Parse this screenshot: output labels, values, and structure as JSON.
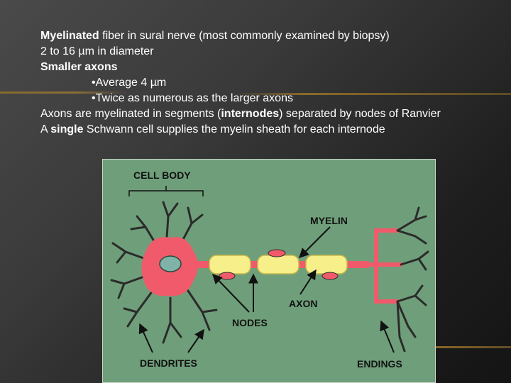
{
  "slide": {
    "lines": [
      {
        "bold": "Myelinated",
        "rest": " fiber in sural nerve (most commonly examined by biopsy)"
      },
      {
        "text": "2 to 16 µm in diameter"
      },
      {
        "bold": "Smaller axons"
      },
      {
        "bullet": "•Average 4 µm"
      },
      {
        "bullet": "•Twice as numerous as the larger axons"
      },
      {
        "pre": "Axons are myelinated in segments (",
        "bold": "internodes",
        "rest": ") separated by nodes of Ranvier"
      },
      {
        "pre": "A ",
        "bold": "single",
        "rest": " Schwann cell supplies the myelin sheath for each internode"
      }
    ]
  },
  "figure": {
    "labels": {
      "cell_body": "CELL BODY",
      "myelin": "MYELIN",
      "axon": "AXON",
      "nodes": "NODES",
      "dendrites": "DENDRITES",
      "endings": "ENDINGS"
    },
    "colors": {
      "background": "#6f9f7a",
      "cell": "#f05a6a",
      "myelin": "#f7ef8a",
      "dendrite": "#2b2b2b",
      "nucleus": "#7fb2a8"
    }
  }
}
